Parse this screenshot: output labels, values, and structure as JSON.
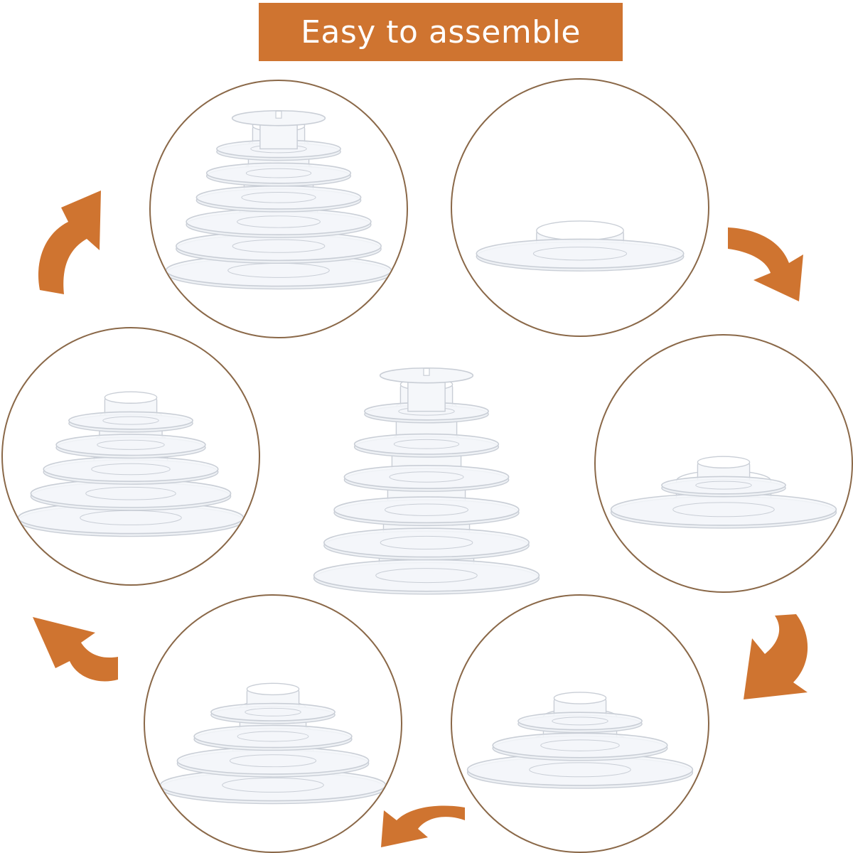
{
  "banner": {
    "title": "Easy to assemble",
    "color": "#CF7430"
  },
  "steps": [
    {
      "name": "step-1",
      "tiers": 1
    },
    {
      "name": "step-2",
      "tiers": 2
    },
    {
      "name": "step-3",
      "tiers": 3
    },
    {
      "name": "step-4",
      "tiers": 4
    },
    {
      "name": "step-5",
      "tiers": 5
    },
    {
      "name": "step-6",
      "tiers": 6
    }
  ],
  "center": {
    "tiers": 6
  },
  "colors": {
    "accent": "#CF7430",
    "circle_border": "#8a6848",
    "plastic_edge": "#c9ced6",
    "plastic_fill": "#f5f7fa"
  },
  "icons": [
    "curved-arrow-icon"
  ]
}
